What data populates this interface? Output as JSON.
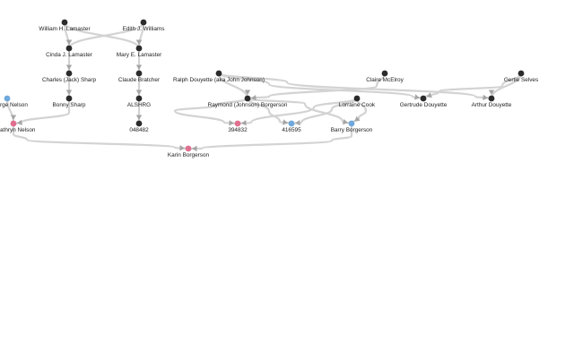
{
  "colors": {
    "node_default": "#2b2b2b",
    "node_female": "#e0708f",
    "node_male": "#6fa8dc",
    "edge": "#d3d3d3",
    "arrow": "#a6a6a6",
    "label": "#222222"
  },
  "people": {
    "william": {
      "label": "William H. Lamaster",
      "kind": "default"
    },
    "edith": {
      "label": "Edith J. Williams",
      "kind": "default"
    },
    "cinda": {
      "label": "Cinda J. Lamaster",
      "kind": "default"
    },
    "mary": {
      "label": "Mary E. Lamaster",
      "kind": "default"
    },
    "charles": {
      "label": "Charles (Jack) Sharp",
      "kind": "default"
    },
    "claude": {
      "label": "Claude Bratcher",
      "kind": "default"
    },
    "bonny": {
      "label": "Bonny Sharp",
      "kind": "default"
    },
    "alshrg": {
      "label": "ALSHRG",
      "kind": "default"
    },
    "n048482": {
      "label": "048482",
      "kind": "default"
    },
    "georgenelson": {
      "label": "rge Nelson",
      "kind": "male"
    },
    "kathrynnelson": {
      "label": "athryn Nelson",
      "kind": "female"
    },
    "ralph": {
      "label": "Ralph Douyette (aka John Johnson)",
      "kind": "default"
    },
    "claire": {
      "label": "Claire McElroy",
      "kind": "default"
    },
    "gertie": {
      "label": "Gertie Selves",
      "kind": "default"
    },
    "raymond": {
      "label": "Raymond (Johnson) Borgerson",
      "kind": "default"
    },
    "lorraine": {
      "label": "Lorraine Cook",
      "kind": "default"
    },
    "gertrude": {
      "label": "Gertrude Douyette",
      "kind": "default"
    },
    "arthur": {
      "label": "Arthur Douyette",
      "kind": "default"
    },
    "n394832": {
      "label": "394832",
      "kind": "female"
    },
    "n416595": {
      "label": "416595",
      "kind": "male"
    },
    "barry": {
      "label": "Barry Borgerson",
      "kind": "male"
    },
    "karin": {
      "label": "Karin Borgerson",
      "kind": "female"
    }
  },
  "relations": [
    {
      "from": "william",
      "to": "cinda"
    },
    {
      "from": "william",
      "to": "mary"
    },
    {
      "from": "edith",
      "to": "cinda"
    },
    {
      "from": "edith",
      "to": "mary"
    },
    {
      "from": "cinda",
      "to": "charles"
    },
    {
      "from": "mary",
      "to": "claude"
    },
    {
      "from": "charles",
      "to": "bonny"
    },
    {
      "from": "claude",
      "to": "alshrg"
    },
    {
      "from": "alshrg",
      "to": "n048482"
    },
    {
      "from": "georgenelson",
      "to": "kathrynnelson"
    },
    {
      "from": "bonny",
      "to": "kathrynnelson"
    },
    {
      "from": "kathrynnelson",
      "to": "karin"
    },
    {
      "from": "barry",
      "to": "karin"
    },
    {
      "from": "ralph",
      "to": "raymond"
    },
    {
      "from": "claire",
      "to": "raymond"
    },
    {
      "from": "ralph",
      "to": "gertrude"
    },
    {
      "from": "ralph",
      "to": "arthur"
    },
    {
      "from": "gertie",
      "to": "gertrude"
    },
    {
      "from": "gertie",
      "to": "arthur"
    },
    {
      "from": "raymond",
      "to": "n394832"
    },
    {
      "from": "raymond",
      "to": "n416595"
    },
    {
      "from": "raymond",
      "to": "barry"
    },
    {
      "from": "lorraine",
      "to": "n394832"
    },
    {
      "from": "lorraine",
      "to": "n416595"
    },
    {
      "from": "lorraine",
      "to": "barry"
    }
  ]
}
